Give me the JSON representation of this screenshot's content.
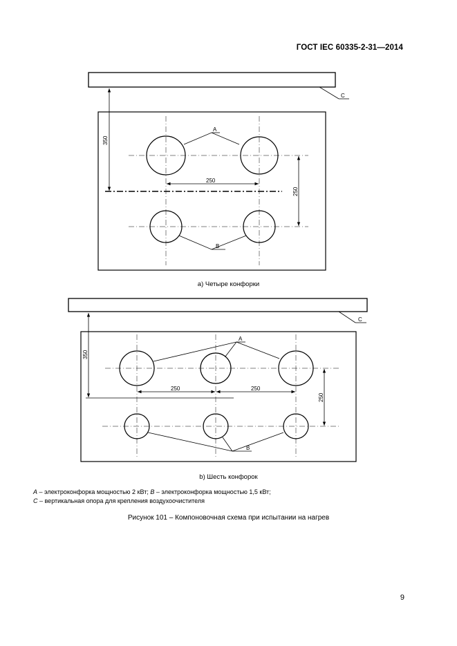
{
  "header": {
    "doc_code": "ГОСТ IEC 60335-2-31—2014"
  },
  "figure_a": {
    "label_c": "C",
    "label_a": "A",
    "label_b": "B",
    "dim_350": "350",
    "dim_250_h": "250",
    "dim_250_v": "250",
    "caption": "а) Четыре конфорки"
  },
  "figure_b": {
    "label_c": "C",
    "label_a": "A",
    "label_b": "B",
    "dim_350": "350",
    "dim_250_h1": "250",
    "dim_250_h2": "250",
    "dim_250_v": "250",
    "caption": "b) Шесть конфорок"
  },
  "legend": {
    "a_key": "A",
    "a_text": " – электроконфорка мощностью 2 кВт; ",
    "b_key": "B",
    "b_text": " – электроконфорка мощностью 1,5 кВт;",
    "c_key": "C",
    "c_text": " – вертикальная опора для крепления воздухоочистителя"
  },
  "figure_title": "Рисунок 101 – Компоновочная схема при испытании на нагрев",
  "page_number": "9"
}
